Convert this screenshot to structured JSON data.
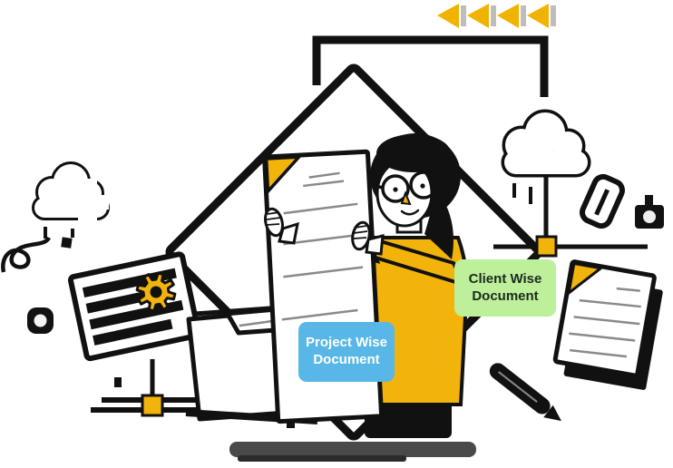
{
  "labels": {
    "client_wise": "Client Wise Document",
    "project_wise": "Project Wise Document"
  },
  "colors": {
    "accent_yellow": "#F2B40B",
    "outline_black": "#111111",
    "label_green_bg": "#BEEF9B",
    "label_green_text": "#1B2A1E",
    "label_blue_bg": "#58B7E6",
    "label_blue_text": "#FFFFFF",
    "pedestal_gray": "#4A4A4A",
    "arrow_bar_gray": "#BDBDBD",
    "text_line_gray": "#8A8A8A"
  },
  "icons": [
    "rewind-arrows-icon",
    "frame-outline",
    "diamond-outline",
    "cloud-icon",
    "plus-icon",
    "gear-icon",
    "paperclip-icon",
    "stamp-icon",
    "document-stack-icon",
    "pen-icon",
    "bow-icon",
    "folder-icon",
    "striped-board-icon",
    "network-node-icon",
    "pedestal",
    "person-holding-document",
    "squiggle-icon",
    "donut-icon"
  ]
}
